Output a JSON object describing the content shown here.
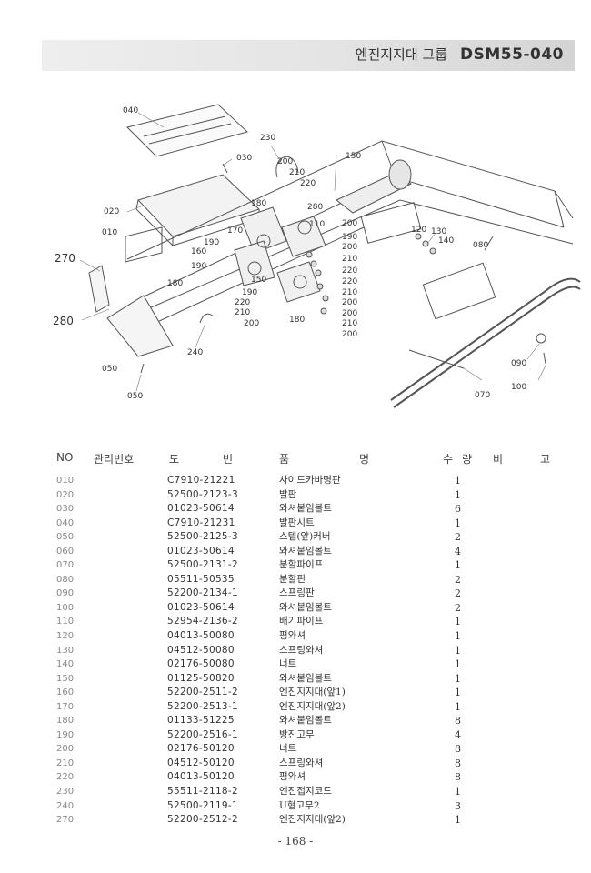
{
  "header": {
    "group": "엔진지지대 그룹",
    "code": "DSM55-040"
  },
  "diagram": {
    "callouts": [
      "040",
      "030",
      "230",
      "150",
      "200",
      "210",
      "220",
      "020",
      "280",
      "180",
      "110",
      "190",
      "200",
      "170",
      "190",
      "200",
      "010",
      "160",
      "210",
      "120",
      "130",
      "140",
      "080",
      "270",
      "190",
      "150",
      "220",
      "180",
      "190",
      "220",
      "210",
      "200",
      "220",
      "280",
      "210",
      "200",
      "180",
      "200",
      "240",
      "210",
      "200",
      "050",
      "090",
      "050",
      "100",
      "070"
    ]
  },
  "table": {
    "columns": {
      "no": "NO",
      "mgmt": "관리번호",
      "part_do": "도",
      "part_beon": "번",
      "name_pum": "품",
      "name_myeong": "명",
      "qty_su": "수",
      "qty_ryang": "량",
      "note_bi": "비",
      "note_go": "고"
    },
    "rows": [
      {
        "no": "010",
        "part": "C7910-21221",
        "name": "사이드카바명판",
        "qty": "1"
      },
      {
        "no": "020",
        "part": "52500-2123-3",
        "name": "발판",
        "qty": "1"
      },
      {
        "no": "030",
        "part": "01023-50614",
        "name": "와셔붙임볼트",
        "qty": "6"
      },
      {
        "no": "040",
        "part": "C7910-21231",
        "name": "발판시트",
        "qty": "1"
      },
      {
        "no": "050",
        "part": "52500-2125-3",
        "name": "스텝(앞)커버",
        "qty": "2"
      },
      {
        "no": "060",
        "part": "01023-50614",
        "name": "와셔붙임볼트",
        "qty": "4"
      },
      {
        "no": "070",
        "part": "52500-2131-2",
        "name": "분할파이프",
        "qty": "1"
      },
      {
        "no": "080",
        "part": "05511-50535",
        "name": "분할핀",
        "qty": "2"
      },
      {
        "no": "090",
        "part": "52200-2134-1",
        "name": "스프링판",
        "qty": "2"
      },
      {
        "no": "100",
        "part": "01023-50614",
        "name": "와셔붙임볼트",
        "qty": "2"
      },
      {
        "no": "110",
        "part": "52954-2136-2",
        "name": "배기파이프",
        "qty": "1"
      },
      {
        "no": "120",
        "part": "04013-50080",
        "name": "평와셔",
        "qty": "1"
      },
      {
        "no": "130",
        "part": "04512-50080",
        "name": "스프링와셔",
        "qty": "1"
      },
      {
        "no": "140",
        "part": "02176-50080",
        "name": "너트",
        "qty": "1"
      },
      {
        "no": "150",
        "part": "01125-50820",
        "name": "와셔붙임볼트",
        "qty": "1"
      },
      {
        "no": "160",
        "part": "52200-2511-2",
        "name": "엔진지지대(앞1)",
        "qty": "1"
      },
      {
        "no": "170",
        "part": "52200-2513-1",
        "name": "엔진지지대(앞2)",
        "qty": "1"
      },
      {
        "no": "180",
        "part": "01133-51225",
        "name": "와셔붙임볼트",
        "qty": "8"
      },
      {
        "no": "190",
        "part": "52200-2516-1",
        "name": "방진고무",
        "qty": "4"
      },
      {
        "no": "200",
        "part": "02176-50120",
        "name": "너트",
        "qty": "8"
      },
      {
        "no": "210",
        "part": "04512-50120",
        "name": "스프링와셔",
        "qty": "8"
      },
      {
        "no": "220",
        "part": "04013-50120",
        "name": "평와셔",
        "qty": "8"
      },
      {
        "no": "230",
        "part": "55511-2118-2",
        "name": "엔진접지코드",
        "qty": "1"
      },
      {
        "no": "240",
        "part": "52500-2119-1",
        "name": "U형고무2",
        "qty": "3"
      },
      {
        "no": "270",
        "part": "52200-2512-2",
        "name": "엔진지지대(앞2)",
        "qty": "1"
      }
    ]
  },
  "footer": {
    "page": "- 168 -"
  }
}
